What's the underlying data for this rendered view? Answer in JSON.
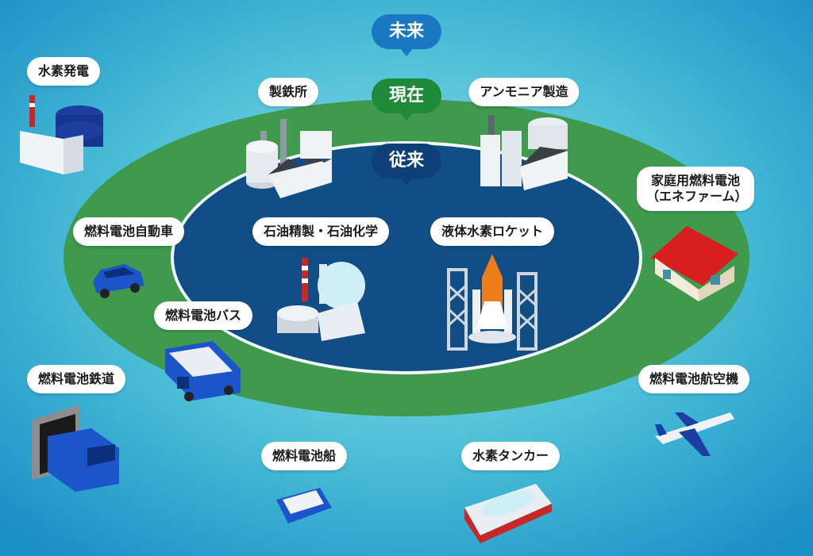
{
  "eras": {
    "future": "未来",
    "present": "現在",
    "past": "従来"
  },
  "colors": {
    "background": "#4fc3d9",
    "outer_ring": "#3f9a4e",
    "inner_area": "#124e86",
    "future_badge": "#1a78c2",
    "present_badge": "#1f8a3a",
    "past_badge": "#0f3f78"
  },
  "past_items": [
    {
      "label": "石油精製・石油化学",
      "icon": "refinery-icon"
    },
    {
      "label": "液体水素ロケット",
      "icon": "rocket-icon"
    }
  ],
  "present_items": [
    {
      "label": "製鉄所",
      "icon": "steel-mill-icon"
    },
    {
      "label": "アンモニア製造",
      "icon": "ammonia-plant-icon"
    },
    {
      "label": "燃料電池自動車",
      "icon": "car-icon"
    },
    {
      "label": "燃料電池バス",
      "icon": "bus-icon"
    },
    {
      "label_line1": "家庭用燃料電池",
      "label_line2": "（エネファーム）",
      "icon": "house-icon"
    }
  ],
  "future_items": [
    {
      "label": "水素発電",
      "icon": "power-plant-icon"
    },
    {
      "label": "燃料電池鉄道",
      "icon": "train-icon"
    },
    {
      "label": "燃料電池船",
      "icon": "ship-icon"
    },
    {
      "label": "水素タンカー",
      "icon": "tanker-icon"
    },
    {
      "label": "燃料電池航空機",
      "icon": "airplane-icon"
    }
  ]
}
